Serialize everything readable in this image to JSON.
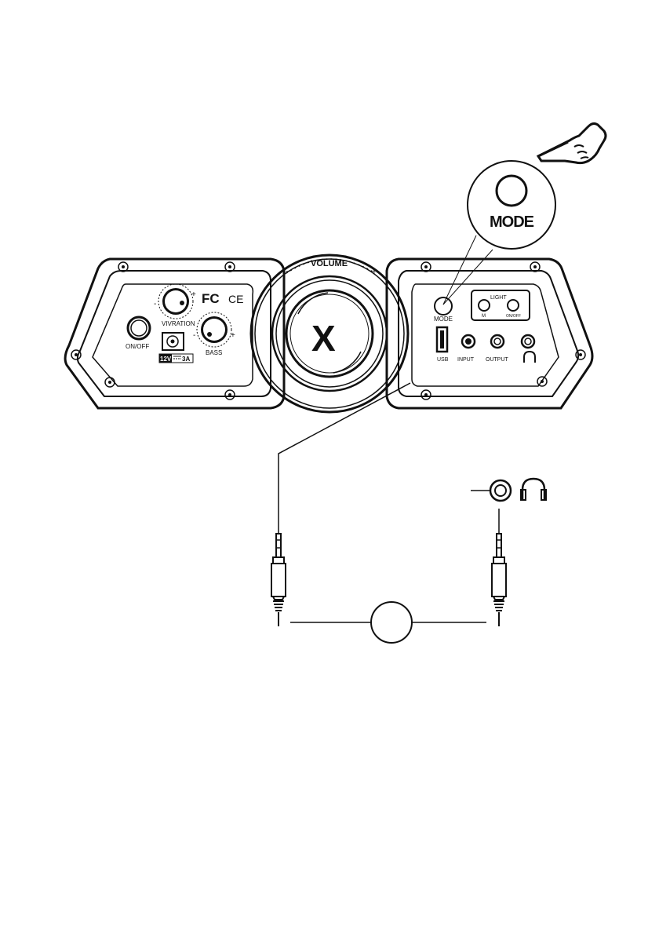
{
  "panel_labels": {
    "volume": "VOLUME",
    "vivration": "VIVRATION",
    "on_off": "ON/OFF",
    "bass": "BASS",
    "power_rating_v": "12V",
    "power_rating_a": "3A",
    "fcc_mark": "FC",
    "ce_mark": "CE",
    "mode": "MODE",
    "light": "LIGHT",
    "light_m": "M",
    "light_on_off": "ON/OFF",
    "usb": "USB",
    "input": "INPUT",
    "output": "OUTPUT",
    "logo": "X"
  },
  "callout": {
    "mode_zoom_label": "MODE"
  },
  "icons": {
    "pointing_hand": "pointing-hand-icon",
    "headphones": "headphones-icon",
    "audio_jack": "audio-jack-icon",
    "aux_plug": "aux-plug-icon"
  },
  "colors": {
    "line": "#111111",
    "background": "#ffffff",
    "panel_fill": "#ffffff"
  }
}
